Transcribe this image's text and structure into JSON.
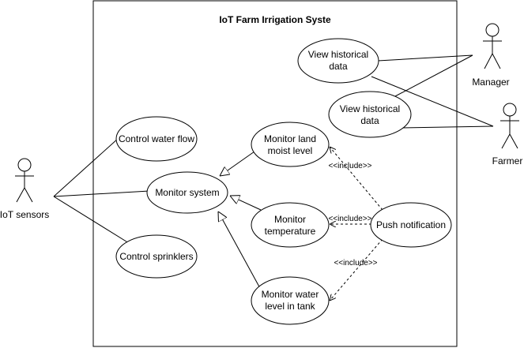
{
  "system": {
    "title": "IoT Farm Irrigation Syste"
  },
  "actors": {
    "iot_sensors": "IoT sensors",
    "manager": "Manager",
    "farmer": "Farmer"
  },
  "use_cases": {
    "view_hist_1": [
      "View historical",
      "data"
    ],
    "view_hist_2": [
      "View historical",
      "data"
    ],
    "control_water": [
      "Control water flow"
    ],
    "monitor_moist": [
      "Monitor land",
      "moist level"
    ],
    "monitor_system": [
      "Monitor system"
    ],
    "monitor_temp": [
      "Monitor",
      "temperature"
    ],
    "push_notification": [
      "Push notification"
    ],
    "control_sprinklers": [
      "Control sprinklers"
    ],
    "monitor_tank": [
      "Monitor water",
      "level in tank"
    ]
  },
  "relations": {
    "include_label": "<<include>>"
  }
}
